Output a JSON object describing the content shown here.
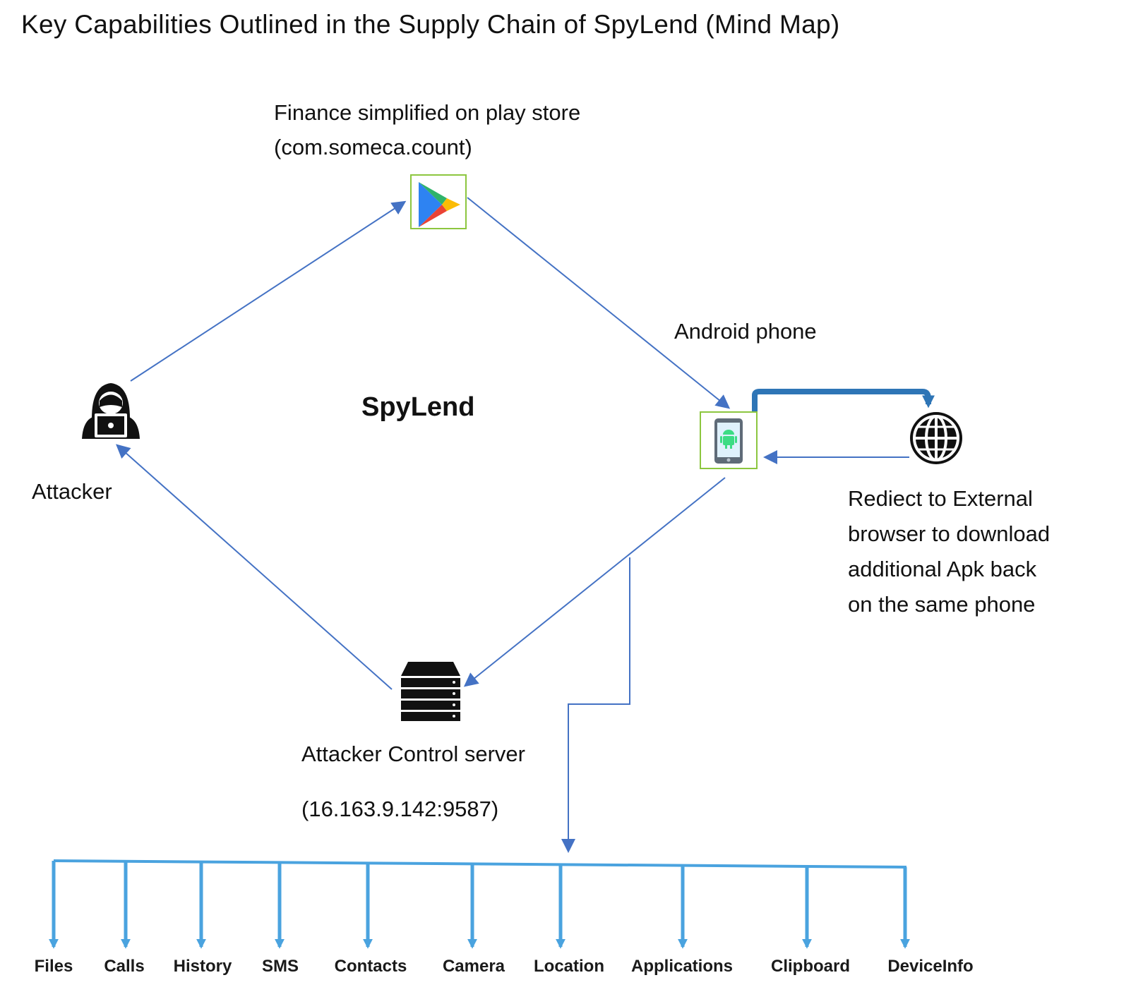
{
  "title": "Key Capabilities Outlined in the Supply Chain of SpyLend (Mind Map)",
  "center_label": "SpyLend",
  "nodes": {
    "play_store": {
      "label_line1": "Finance simplified on play store",
      "label_line2": "(com.someca.count)",
      "icon": "google-play-icon"
    },
    "android_phone": {
      "label": "Android phone",
      "icon": "android-phone-icon"
    },
    "browser": {
      "label_lines": [
        "Rediect to External",
        "browser to download",
        "additional Apk back",
        "on the same phone"
      ],
      "icon": "globe-icon"
    },
    "attacker": {
      "label": "Attacker",
      "icon": "hacker-icon"
    },
    "server": {
      "label_line1": "Attacker Control server",
      "label_line2": "(16.163.9.142:9587)",
      "icon": "server-icon"
    }
  },
  "capabilities": [
    "Files",
    "Calls",
    "History",
    "SMS",
    "Contacts",
    "Camera",
    "Location",
    "Applications",
    "Clipboard",
    "DeviceInfo"
  ],
  "colors": {
    "arrow": "#4472c4",
    "redirect_arrow": "#2e75b6",
    "capability_arrow": "#4aa3df",
    "icon_frame": "#8cc63f"
  }
}
